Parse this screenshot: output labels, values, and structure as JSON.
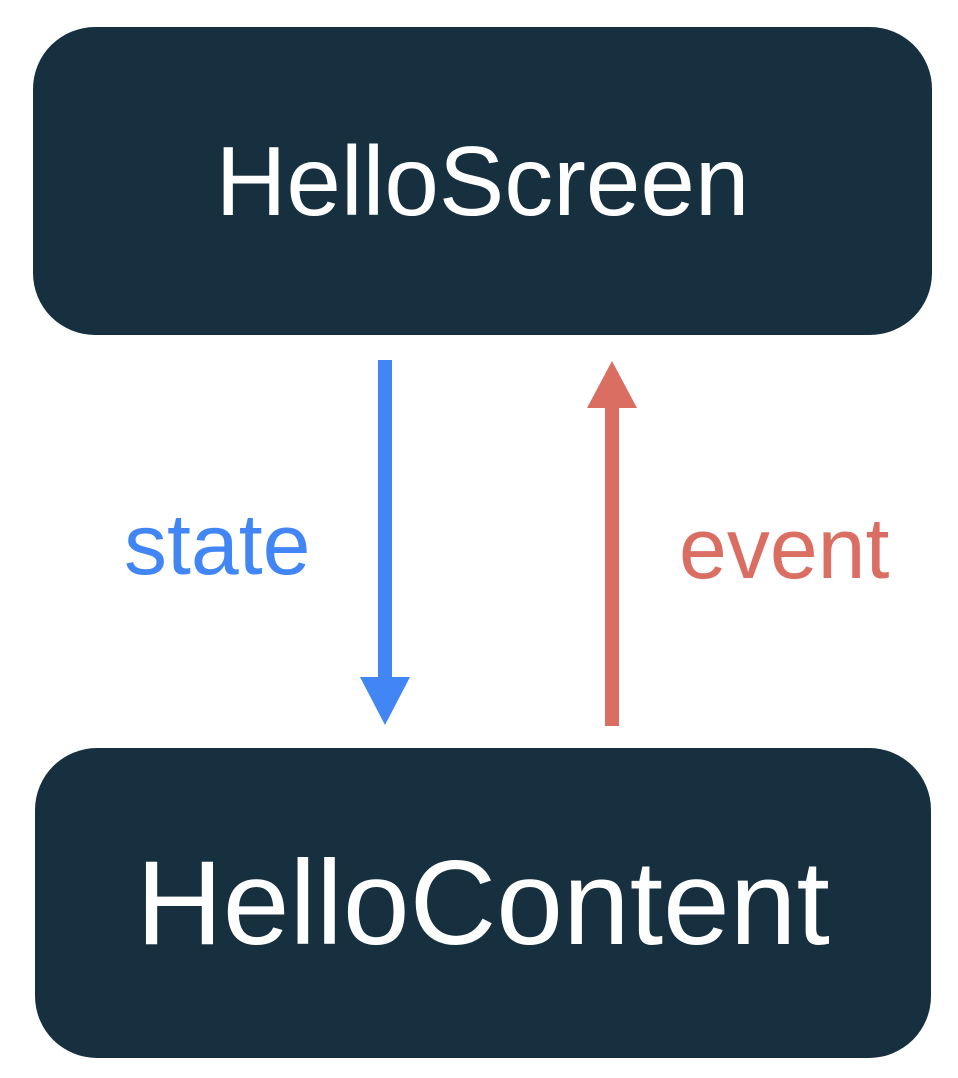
{
  "colors": {
    "background": "#FFFFFF",
    "node_fill": "#16303F",
    "node_text": "#FFFFFF",
    "state": "#4285F4",
    "event": "#DB6E62"
  },
  "diagram": {
    "nodes": [
      {
        "id": "hello-screen",
        "label": "HelloScreen"
      },
      {
        "id": "hello-content",
        "label": "HelloContent"
      }
    ],
    "edges": [
      {
        "id": "state",
        "label": "state",
        "from": "HelloScreen",
        "to": "HelloContent",
        "direction": "down"
      },
      {
        "id": "event",
        "label": "event",
        "from": "HelloContent",
        "to": "HelloScreen",
        "direction": "up"
      }
    ]
  }
}
